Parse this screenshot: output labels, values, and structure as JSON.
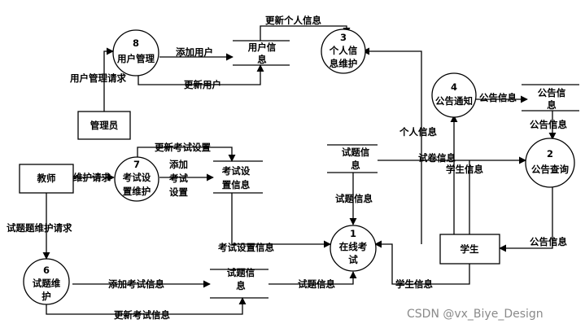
{
  "entities": {
    "admin": "管理员",
    "teacher": "教师",
    "student": "学生"
  },
  "processes": {
    "p1": {
      "num": "1",
      "lines": [
        "在线考",
        "试"
      ]
    },
    "p2": {
      "num": "2",
      "lines": [
        "公告查询"
      ]
    },
    "p3": {
      "num": "3",
      "lines": [
        "个人信",
        "息维护"
      ]
    },
    "p4": {
      "num": "4",
      "lines": [
        "公告通知"
      ]
    },
    "p6": {
      "num": "6",
      "lines": [
        "试题维",
        "护"
      ]
    },
    "p7": {
      "num": "7",
      "lines": [
        "考试设",
        "置维护"
      ]
    },
    "p8": {
      "num": "8",
      "lines": [
        "用户管理"
      ]
    }
  },
  "stores": {
    "user_info": [
      "用户信",
      "息"
    ],
    "notice_info": [
      "公告信",
      "息"
    ],
    "question_top": [
      "试题信",
      "息"
    ],
    "exam_settings": [
      "考试设",
      "置信息"
    ],
    "question_bottom": [
      "试题信",
      "息"
    ]
  },
  "flows": {
    "update_personal": "更新个人信息",
    "add_user": "添加用户",
    "update_user": "更新用户",
    "user_mgmt_request": "用户管理请求",
    "notice_info_left": "公告信息",
    "notice_info_mid": "公告信息",
    "notice_info_bottom": "公告信息",
    "personal_info": "个人信息",
    "paper_info": "试卷信息",
    "student_info_right": "学生信息",
    "update_exam_settings": "更新考试设置",
    "add_exam_settings": [
      "添加",
      "考试",
      "设置"
    ],
    "maintain_request": "维护请求",
    "question_info_up": "试题信息",
    "question_maintain_request": "试题题维护请求",
    "exam_settings_info": "考试设置信息",
    "add_exam_info": "添加考试信息",
    "question_info_right": "试题信息",
    "student_info_bottom": "学生信息",
    "update_exam_info": "更新考试信息"
  },
  "watermark": "CSDN @vx_Biye_Design"
}
